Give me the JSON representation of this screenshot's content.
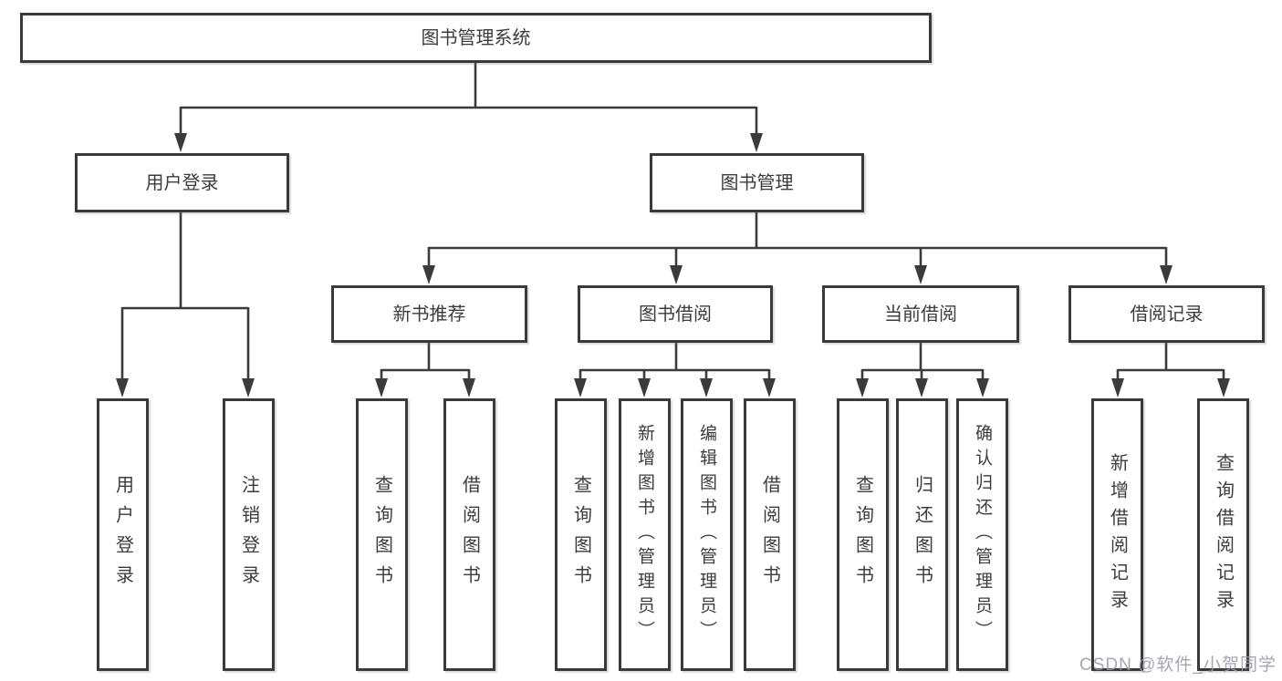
{
  "tree": {
    "label": "图书管理系统",
    "children": [
      {
        "label": "用户登录",
        "children": [
          {
            "label": "用户登录"
          },
          {
            "label": "注销登录"
          }
        ]
      },
      {
        "label": "图书管理",
        "children": [
          {
            "label": "新书推荐",
            "children": [
              {
                "label": "查询图书"
              },
              {
                "label": "借阅图书"
              }
            ]
          },
          {
            "label": "图书借阅",
            "children": [
              {
                "label": "查询图书"
              },
              {
                "label": "新增图书（管理员）"
              },
              {
                "label": "编辑图书（管理员）"
              },
              {
                "label": "借阅图书"
              }
            ]
          },
          {
            "label": "当前借阅",
            "children": [
              {
                "label": "查询图书"
              },
              {
                "label": "归还图书"
              },
              {
                "label": "确认归还（管理员）"
              }
            ]
          },
          {
            "label": "借阅记录",
            "children": [
              {
                "label": "新增借阅记录"
              },
              {
                "label": "查询借阅记录"
              }
            ]
          }
        ]
      }
    ]
  },
  "watermark": "CSDN @软件_小贺同学",
  "colors": {
    "line": "#3b3b3b",
    "box_border": "#3a3a3a",
    "text": "#3c3c3c",
    "watermark": "#9898a8",
    "background": "#ffffff"
  }
}
